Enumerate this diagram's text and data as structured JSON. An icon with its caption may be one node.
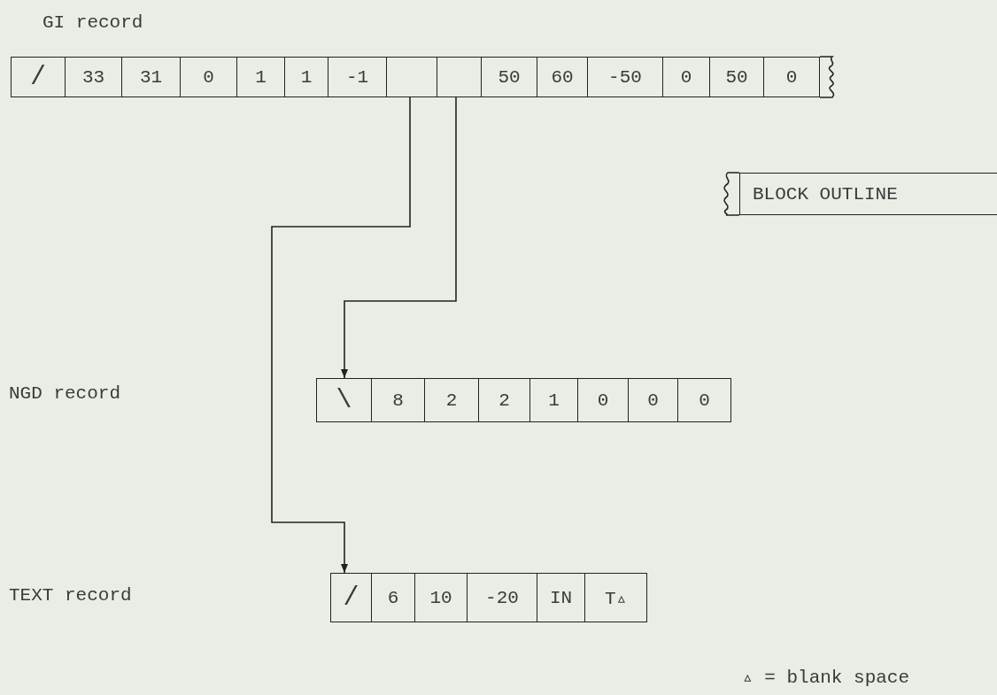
{
  "diagram": {
    "nodes": [
      {
        "text": [
          "/"
        ]
      },
      {
        "text": [
          "33"
        ]
      },
      {
        "text": [
          "31"
        ]
      },
      {
        "text": [
          "0"
        ]
      },
      {
        "text": [
          "1"
        ]
      },
      {
        "text": [
          "1"
        ]
      },
      {
        "text": [
          "-1"
        ]
      },
      {
        "text": [],
        "shape": "box"
      },
      {
        "text": [],
        "shape": "box"
      },
      {
        "text": [
          "50"
        ]
      },
      {
        "text": [
          "60"
        ]
      },
      {
        "text": [
          "-50"
        ]
      },
      {
        "text": [
          "0"
        ]
      },
      {
        "text": [
          "50"
        ]
      },
      {
        "text": [
          "0"
        ]
      },
      {
        "text": [
          "BLOCK OUTLINE"
        ]
      },
      {
        "text": [
          "\\"
        ]
      },
      {
        "text": [
          "8"
        ]
      },
      {
        "text": [
          "2"
        ]
      },
      {
        "text": [
          "2"
        ]
      },
      {
        "text": [
          "1"
        ]
      },
      {
        "text": [
          "0"
        ]
      },
      {
        "text": [
          "0"
        ]
      },
      {
        "text": [
          "0"
        ]
      },
      {
        "text": [
          "/"
        ]
      },
      {
        "text": [
          "6"
        ]
      },
      {
        "text": [
          "10"
        ]
      },
      {
        "text": [
          "-20"
        ]
      },
      {
        "text": [
          "IN"
        ]
      },
      {
        "text": [
          "T▵"
        ]
      }
    ],
    "edges": [
      {
        "from": 7,
        "to": 24,
        "arrow": "to"
      },
      {
        "from": 8,
        "to": 16,
        "arrow": "to"
      }
    ],
    "labels": [
      "GI record",
      "NGD record",
      "TEXT record",
      "▵ = blank space"
    ]
  }
}
